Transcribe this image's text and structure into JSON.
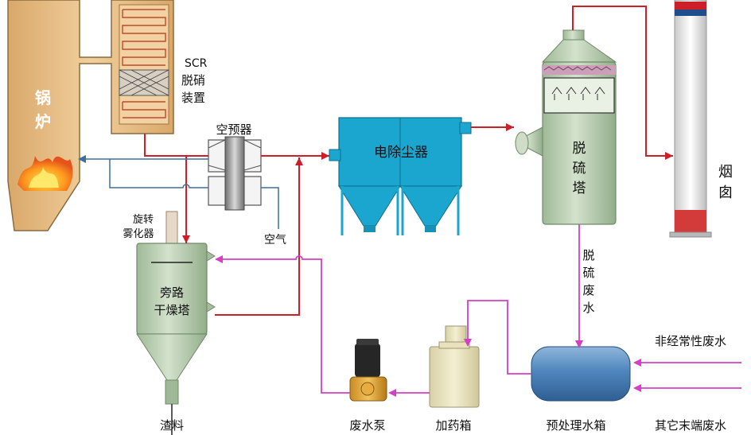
{
  "labels": {
    "boiler_1": "锅",
    "boiler_2": "炉",
    "scr_1": "SCR",
    "scr_2": "脱硝",
    "scr_3": "装置",
    "air_preheater": "空预器",
    "esp": "电除尘器",
    "desulf_1": "脱",
    "desulf_2": "硫",
    "desulf_3": "塔",
    "chimney_1": "烟",
    "chimney_2": "囱",
    "atomizer_1": "旋转",
    "atomizer_2": "雾化器",
    "air": "空气",
    "bypass_1": "旁路",
    "bypass_2": "干燥塔",
    "desulf_ww_1": "脱",
    "desulf_ww_2": "硫",
    "desulf_ww_3": "废",
    "desulf_ww_4": "水",
    "nonroutine_ww": "非经常性废水",
    "other_ww": "其它末端废水",
    "slag": "渣料",
    "pump": "废水泵",
    "dosing_tank": "加药箱",
    "pretreat_tank": "预处理水箱"
  },
  "colors": {
    "flue_gas": "#cc1f2a",
    "wastewater": "#d43fc6",
    "air": "#3e6f9b",
    "equipment_green": "#b7cdb0",
    "esp_blue": "#1aa6cf",
    "boiler_tan": "#e8c08c"
  }
}
